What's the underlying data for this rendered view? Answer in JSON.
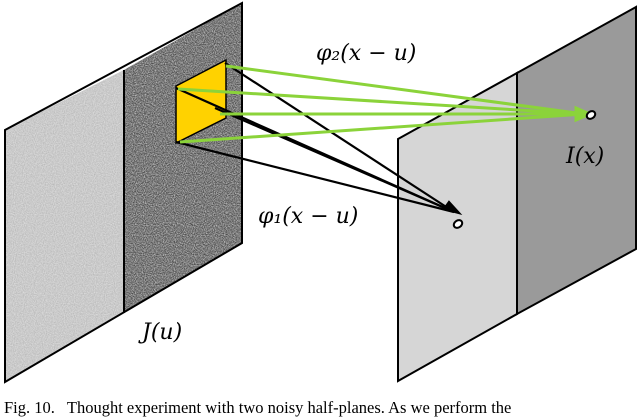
{
  "figure": {
    "labels": {
      "phi2": "φ₂(x − u)",
      "phi1": "φ₁(x − u)",
      "target": "I(x)",
      "source": "J(u)"
    },
    "colors": {
      "yellow_patch": "#FFD200",
      "green_rays": "#8BD33A",
      "black_rays": "#000000",
      "light_plane": "#D6D6D6",
      "dark_plane": "#9A9A9A",
      "light_noise": "#B9B9B9",
      "dark_noise": "#555555"
    }
  },
  "caption": {
    "label": "Fig. 10.",
    "text": "Thought experiment with two noisy half-planes. As we perform the"
  }
}
